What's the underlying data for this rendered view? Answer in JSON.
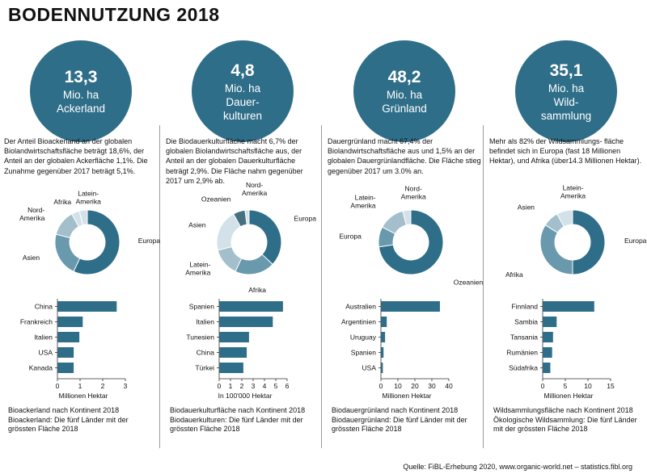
{
  "page_title": "BODENNUTZUNG 2018",
  "source": "Quelle: FiBL-Erhebung 2020, www.organic-world.net – statistics.fibl.org",
  "colors": {
    "primary": "#2f6e89",
    "slices": [
      "#2f6e89",
      "#6899ad",
      "#a3bfcc",
      "#d3e2e9",
      "#466f80"
    ]
  },
  "chart_data": [
    {
      "type": "donut_and_bar",
      "circle": {
        "value": "13,3",
        "unit": "Mio. ha",
        "label": "Ackerland"
      },
      "description": "Der Anteil Bioackerland an der globalen Biolandwirtschaftsfläche beträgt 18,6%, der Anteil an der globalen Ackerfläche 1,1%. Die Zunahme gegenüber 2017 beträgt 5,1%.",
      "pie": [
        {
          "label": "Europa",
          "value": 57
        },
        {
          "label": "Asien",
          "value": 22
        },
        {
          "label": "Nord-Amerika",
          "value": 13
        },
        {
          "label": "Afrika",
          "value": 4
        },
        {
          "label": "Latein-Amerika",
          "value": 4
        }
      ],
      "bar": {
        "categories": [
          "China",
          "Frankreich",
          "Italien",
          "USA",
          "Kanada"
        ],
        "values": [
          2.6,
          1.1,
          0.95,
          0.7,
          0.7
        ],
        "xlim": [
          0,
          3
        ],
        "xticks": [
          "0",
          "1",
          "2",
          "3"
        ],
        "xlabel": "Millionen Hektar",
        "caption1": "Bioackerland nach Kontinent 2018",
        "caption2": "Bioackerland: Die fünf Länder mit der grössten Fläche 2018"
      }
    },
    {
      "type": "donut_and_bar",
      "circle": {
        "value": "4,8",
        "unit": "Mio. ha",
        "label": "Dauer-\nkulturen"
      },
      "description": "Die Biodauerkulturfläche macht 6,7% der globalen Biolandwirtschaftsfläche aus, der Anteil an der globalen Dauerkulturfläche beträgt 2,9%. Die Fläche nahm gegenüber 2017 um 2,9% ab.",
      "pie": [
        {
          "label": "Europa",
          "value": 37
        },
        {
          "label": "Afrika",
          "value": 20
        },
        {
          "label": "Latein-Amerika",
          "value": 14
        },
        {
          "label": "Asien",
          "value": 21
        },
        {
          "label": "Ozeanien",
          "value": 6
        },
        {
          "label": "Nord-Amerika",
          "value": 2
        }
      ],
      "bar": {
        "categories": [
          "Spanien",
          "Italien",
          "Tunesien",
          "China",
          "Türkei"
        ],
        "values": [
          5.6,
          4.7,
          2.6,
          2.4,
          2.1
        ],
        "xlim": [
          0,
          6
        ],
        "xticks": [
          "0",
          "1",
          "2",
          "3",
          "4",
          "5",
          "6"
        ],
        "xlabel": "In 100'000 Hektar",
        "caption1": "Biodauerkulturfläche nach Kontinent 2018",
        "caption2": "Biodauerkulturen: Die fünf Länder mit der grössten Fläche 2018"
      }
    },
    {
      "type": "donut_and_bar",
      "circle": {
        "value": "48,2",
        "unit": "Mio. ha",
        "label": "Grünland"
      },
      "description": "Dauergrünland macht 67,4% der Biolandwirtschaftsfläche aus und 1,5% an der globalen Dauergrünlandfläche. Die Fläche stieg gegenüber 2017 um 3.0% an.",
      "pie": [
        {
          "label": "Ozeanien",
          "value": 72
        },
        {
          "label": "Europa",
          "value": 10
        },
        {
          "label": "Latein-Amerika",
          "value": 13
        },
        {
          "label": "Nord-Amerika",
          "value": 4
        }
      ],
      "bar": {
        "categories": [
          "Australien",
          "Argentinien",
          "Uruguay",
          "Spanien",
          "USA"
        ],
        "values": [
          34.5,
          3.2,
          2.2,
          1.3,
          0.9
        ],
        "xlim": [
          0,
          40
        ],
        "xticks": [
          "0",
          "10",
          "20",
          "30",
          "40"
        ],
        "xlabel": "Millionen Hektar",
        "caption1": "Biodauergrünland nach Kontinent 2018",
        "caption2": "Biodauergrünland: Die fünf Länder mit der grössten Fläche 2018"
      }
    },
    {
      "type": "donut_and_bar",
      "circle": {
        "value": "35,1",
        "unit": "Mio. ha",
        "label": "Wild-\nsammlung"
      },
      "description": "Mehr als 82% der Wildsammlungs- fläche befindet sich in Europa (fast 18 Millionen Hektar), und Afrika (über14.3 Millionen Hektar).",
      "pie": [
        {
          "label": "Europa",
          "value": 50
        },
        {
          "label": "Afrika",
          "value": 34
        },
        {
          "label": "Asien",
          "value": 8
        },
        {
          "label": "Latein-Amerika",
          "value": 8
        }
      ],
      "bar": {
        "categories": [
          "Finnland",
          "Sambia",
          "Tansania",
          "Rumänien",
          "Südafrika"
        ],
        "values": [
          11.3,
          3.0,
          2.2,
          2.0,
          1.6
        ],
        "xlim": [
          0,
          15
        ],
        "xticks": [
          "0",
          "5",
          "10",
          "15"
        ],
        "xlabel": "Millionen Hektar",
        "caption1": "Wildsammlungsfläche nach Kontinent 2018",
        "caption2": "Ökologische Wildsammlung: Die fünf Länder mit der grössten Fläche 2018"
      }
    }
  ]
}
